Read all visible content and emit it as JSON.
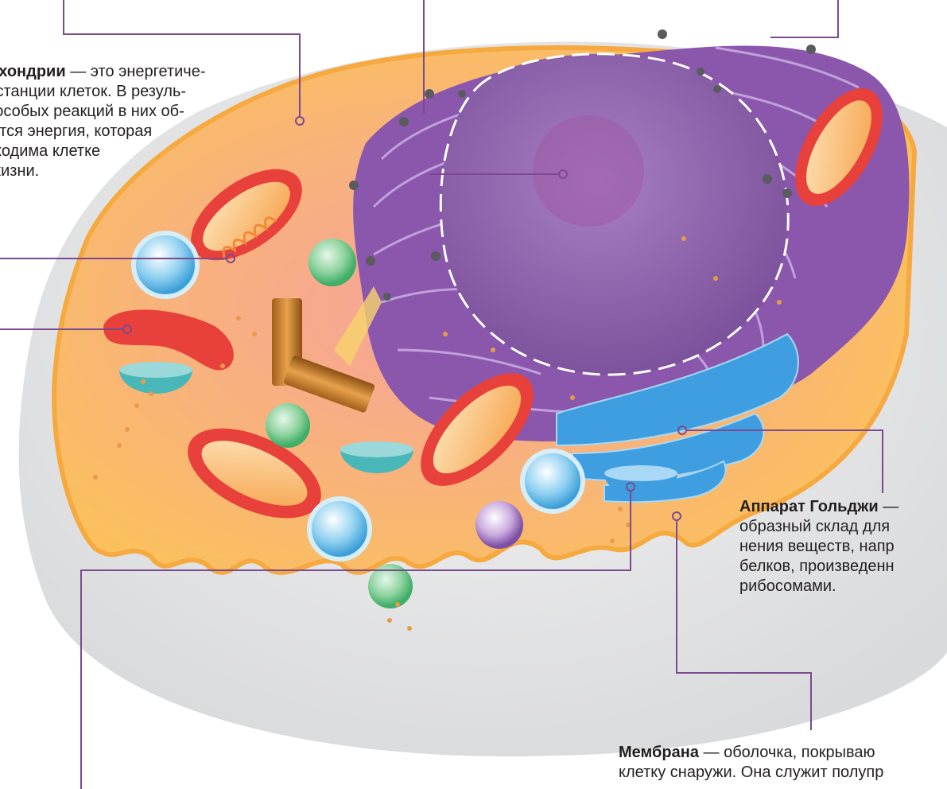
{
  "labels": {
    "mitochondria": {
      "term": "Митохондрии",
      "lines": [
        "— это энергетиче-",
        "ские станции клеток. В резуль-",
        "тате особых реакций в них об-",
        "разуется энергия, которая",
        "необходима клетке",
        "для жизни."
      ]
    },
    "golgi": {
      "term": "Аппарат Гольджи",
      "lines": [
        "—",
        "образный склад для",
        "нения веществ, напр",
        "белков, произведенн",
        "рибосомами."
      ]
    },
    "membrane": {
      "term": "Мембрана",
      "lines": [
        "— оболочка, покрываю",
        "клетку снаружи. Она служит полупр"
      ]
    }
  },
  "colors": {
    "outer_cell": "#e6e7e8",
    "cytoplasm": "#f9b24c",
    "nucleus": "#8c5ba8",
    "er": "#7d4aa0",
    "mitochondria": "#e8403a",
    "golgi": "#4aa3df",
    "leader_line": "#7b4a8f"
  }
}
